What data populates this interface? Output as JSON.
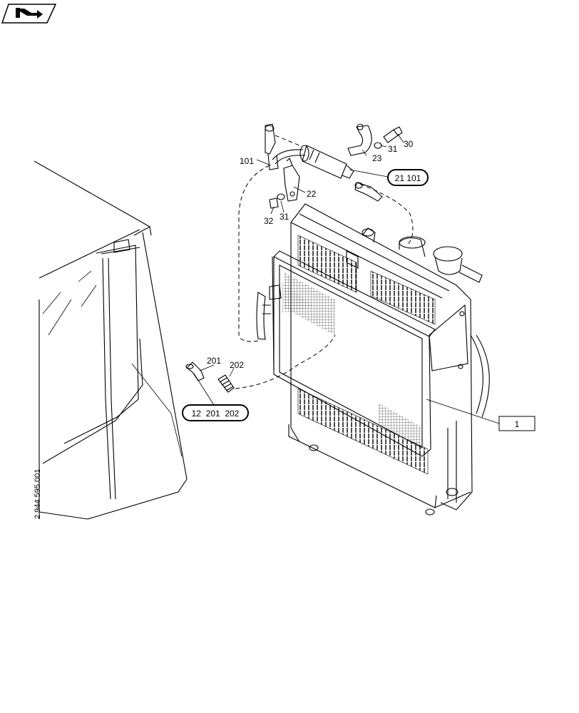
{
  "nav_icon": "next-page-arrow-icon",
  "drawing_number": "2 944 595.001",
  "callouts": {
    "p101": "101",
    "p23": "23",
    "p30": "30",
    "p31a": "31",
    "p22": "22",
    "p32": "32",
    "p31b": "31",
    "p201": "201",
    "p202": "202"
  },
  "ref_labels": {
    "group_21": "21 101",
    "group_12": "12  201  202",
    "radiator": "1"
  }
}
